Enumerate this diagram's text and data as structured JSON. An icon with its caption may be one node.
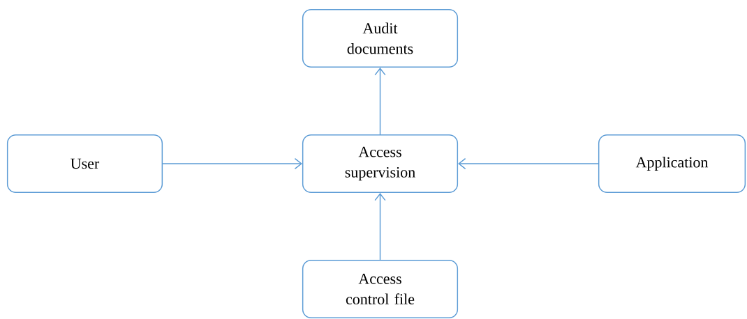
{
  "diagram": {
    "nodes": [
      {
        "text": [
          "Audit documents"
        ]
      },
      {
        "text": [
          "User"
        ]
      },
      {
        "text": [
          "Access supervision"
        ]
      },
      {
        "text": [
          "Application"
        ]
      },
      {
        "text": [
          "Access control file"
        ]
      }
    ],
    "edges": [
      {
        "from": 2,
        "to": 0,
        "arrow": "to"
      },
      {
        "from": 1,
        "to": 2,
        "arrow": "to"
      },
      {
        "from": 3,
        "to": 2,
        "arrow": "to"
      },
      {
        "from": 4,
        "to": 2,
        "arrow": "to"
      }
    ]
  }
}
